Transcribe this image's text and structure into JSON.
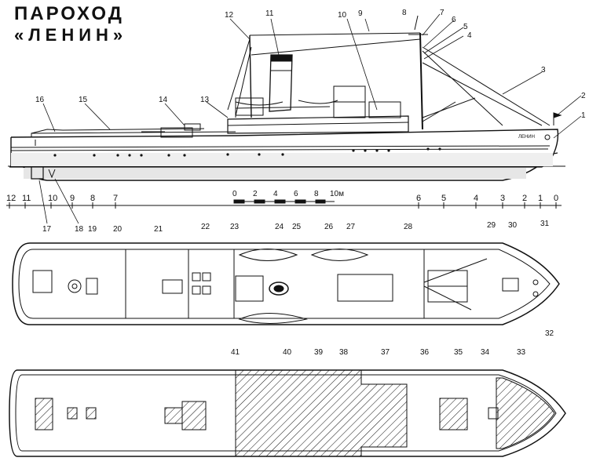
{
  "title": {
    "line1": "ПАРОХОД",
    "line2": "«ЛЕНИН»"
  },
  "hull_name": "ЛЕНИН",
  "frame_scale": [
    "12",
    "11",
    "10",
    "9",
    "8",
    "7",
    "6",
    "5",
    "4",
    "3",
    "2",
    "1",
    "0"
  ],
  "meter_scale": [
    "0",
    "2",
    "4",
    "6",
    "8",
    "10м"
  ],
  "callouts": {
    "side": [
      "1",
      "2",
      "3",
      "4",
      "5",
      "6",
      "7",
      "8",
      "9",
      "10",
      "11",
      "12",
      "13",
      "14",
      "15",
      "16",
      "17",
      "18"
    ],
    "top_row": [
      "19",
      "20",
      "21",
      "22",
      "23",
      "24",
      "25",
      "26",
      "27",
      "28",
      "29",
      "30",
      "31"
    ],
    "bottom_row": [
      "32",
      "33",
      "34",
      "35",
      "36",
      "37",
      "38",
      "39",
      "40",
      "41"
    ]
  }
}
